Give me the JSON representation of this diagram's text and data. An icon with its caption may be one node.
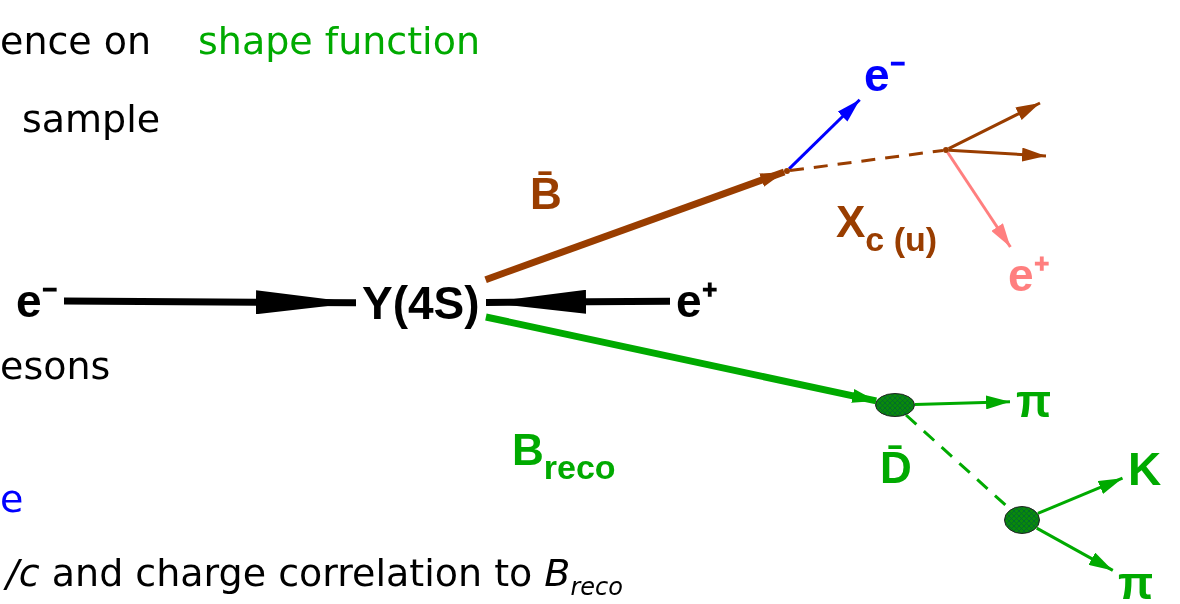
{
  "diagram": {
    "nodes": [
      {
        "text": [
          "e⁻"
        ]
      },
      {
        "text": [
          "Y(4S)"
        ]
      },
      {
        "text": [
          "e⁺"
        ]
      },
      {
        "text": [],
        "shape": "point"
      },
      {
        "text": [
          "e⁻"
        ]
      },
      {
        "text": [],
        "shape": "point"
      },
      {
        "text": [
          "e⁺"
        ]
      },
      {
        "text": [],
        "shape": "ellipse"
      },
      {
        "text": [
          "π"
        ]
      },
      {
        "text": [],
        "shape": "ellipse"
      },
      {
        "text": [
          "K"
        ]
      },
      {
        "text": [
          "π"
        ]
      }
    ],
    "edges": [
      {
        "from": 0,
        "to": 1,
        "arrow": "to",
        "style": "thick",
        "color": "#000000"
      },
      {
        "from": 2,
        "to": 1,
        "arrow": "to",
        "style": "thick",
        "color": "#000000"
      },
      {
        "from": 1,
        "to": 3,
        "arrow": "to",
        "label": "B̄",
        "style": "thick",
        "color": "#993d00"
      },
      {
        "from": 3,
        "to": 4,
        "arrow": "to",
        "color": "#0000ff"
      },
      {
        "from": 3,
        "to": 5,
        "arrow": "none",
        "label": "X$_{c (u)}$",
        "style": "dashed",
        "color": "#993d00"
      },
      {
        "from": 5,
        "to": null,
        "arrow": "to",
        "color": "#993d00"
      },
      {
        "from": 5,
        "to": null,
        "arrow": "to",
        "color": "#993d00"
      },
      {
        "from": 5,
        "to": 6,
        "arrow": "to",
        "color": "#ff7f7f"
      },
      {
        "from": 1,
        "to": 7,
        "arrow": "to",
        "label": "B$_{reco}$",
        "style": "thick"
      },
      {
        "from": 7,
        "to": 8,
        "arrow": "to"
      },
      {
        "from": 7,
        "to": 9,
        "arrow": "none",
        "label": "D̄",
        "style": "dashed"
      },
      {
        "from": 9,
        "to": 10,
        "arrow": "to"
      },
      {
        "from": 9,
        "to": 11,
        "arrow": "to"
      }
    ],
    "labels": [
      "ence on",
      "shape function",
      "sample",
      "esons",
      "e",
      "*/c* and charge correlation to *B*$_{reco}$"
    ]
  }
}
